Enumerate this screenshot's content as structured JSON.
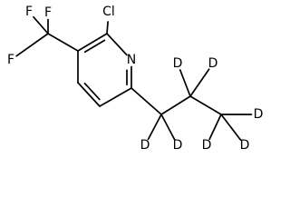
{
  "structure": {
    "atoms": [
      {
        "id": "c1",
        "element": "C",
        "label": ""
      },
      {
        "id": "c2",
        "element": "C",
        "label": ""
      },
      {
        "id": "c3",
        "element": "C",
        "label": ""
      },
      {
        "id": "c4",
        "element": "C",
        "label": ""
      },
      {
        "id": "c5",
        "element": "C",
        "label": ""
      },
      {
        "id": "n1",
        "element": "N",
        "label": "N"
      },
      {
        "id": "cl",
        "element": "Cl",
        "label": "Cl"
      },
      {
        "id": "c6",
        "element": "C",
        "label": ""
      },
      {
        "id": "f1",
        "element": "F",
        "label": "F"
      },
      {
        "id": "f2",
        "element": "F",
        "label": "F"
      },
      {
        "id": "f3",
        "element": "F",
        "label": "F"
      },
      {
        "id": "c7",
        "element": "C",
        "label": ""
      },
      {
        "id": "c8",
        "element": "C",
        "label": ""
      },
      {
        "id": "c9",
        "element": "C",
        "label": ""
      },
      {
        "id": "d1",
        "element": "D",
        "label": "D"
      },
      {
        "id": "d2",
        "element": "D",
        "label": "D"
      },
      {
        "id": "d3",
        "element": "D",
        "label": "D"
      },
      {
        "id": "d4",
        "element": "D",
        "label": "D"
      },
      {
        "id": "d5",
        "element": "D",
        "label": "D"
      },
      {
        "id": "d6",
        "element": "D",
        "label": "D"
      },
      {
        "id": "d7",
        "element": "D",
        "label": "D"
      }
    ],
    "bonds": [
      {
        "from": "c1",
        "to": "c2",
        "order": 2
      },
      {
        "from": "c2",
        "to": "c3",
        "order": 1
      },
      {
        "from": "c3",
        "to": "c4",
        "order": 2
      },
      {
        "from": "c4",
        "to": "c5",
        "order": 1
      },
      {
        "from": "c5",
        "to": "n1",
        "order": 2
      },
      {
        "from": "n1",
        "to": "c1",
        "order": 1
      },
      {
        "from": "c1",
        "to": "cl",
        "order": 1
      },
      {
        "from": "c2",
        "to": "c6",
        "order": 1
      },
      {
        "from": "c6",
        "to": "f1",
        "order": 1
      },
      {
        "from": "c6",
        "to": "f2",
        "order": 1
      },
      {
        "from": "c6",
        "to": "f3",
        "order": 1
      },
      {
        "from": "c5",
        "to": "c7",
        "order": 1
      },
      {
        "from": "c7",
        "to": "c8",
        "order": 1
      },
      {
        "from": "c8",
        "to": "c9",
        "order": 1
      },
      {
        "from": "c7",
        "to": "d1",
        "order": 1
      },
      {
        "from": "c7",
        "to": "d2",
        "order": 1
      },
      {
        "from": "c8",
        "to": "d3",
        "order": 1
      },
      {
        "from": "c8",
        "to": "d4",
        "order": 1
      },
      {
        "from": "c9",
        "to": "d5",
        "order": 1
      },
      {
        "from": "c9",
        "to": "d6",
        "order": 1
      },
      {
        "from": "c9",
        "to": "d7",
        "order": 1
      }
    ]
  }
}
